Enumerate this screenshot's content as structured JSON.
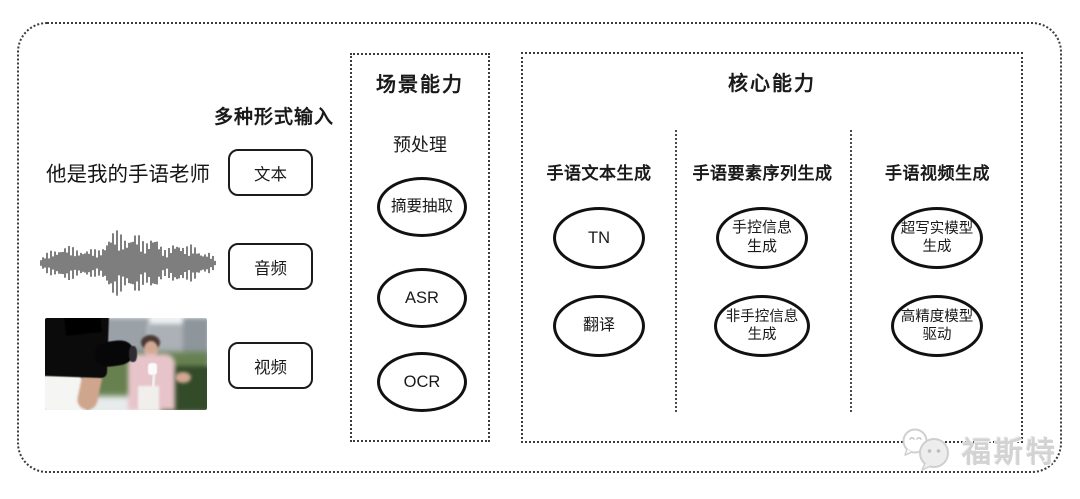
{
  "input_section": {
    "title": "多种形式输入",
    "sample_text": "他是我的手语老师",
    "items": [
      {
        "label": "文本"
      },
      {
        "label": "音频"
      },
      {
        "label": "视频"
      }
    ]
  },
  "scene_box": {
    "title": "场景能力",
    "subtitle": "预处理",
    "nodes": [
      "摘要抽取",
      "ASR",
      "OCR"
    ]
  },
  "core_box": {
    "title": "核心能力",
    "columns": [
      {
        "header": "手语文本生成",
        "nodes": [
          "TN",
          "翻译"
        ]
      },
      {
        "header": "手语要素序列生成",
        "nodes": [
          "手控信息\n生成",
          "非手控信息\n生成"
        ]
      },
      {
        "header": "手语视频生成",
        "nodes": [
          "超写实模型\n生成",
          "高精度模型\n驱动"
        ]
      }
    ]
  },
  "watermark": {
    "text": "福斯特"
  },
  "colors": {
    "frame_border": "#3c3c3c",
    "node_border": "#111111",
    "text": "#1a1a1a",
    "watermark": "#d3d3d3"
  }
}
